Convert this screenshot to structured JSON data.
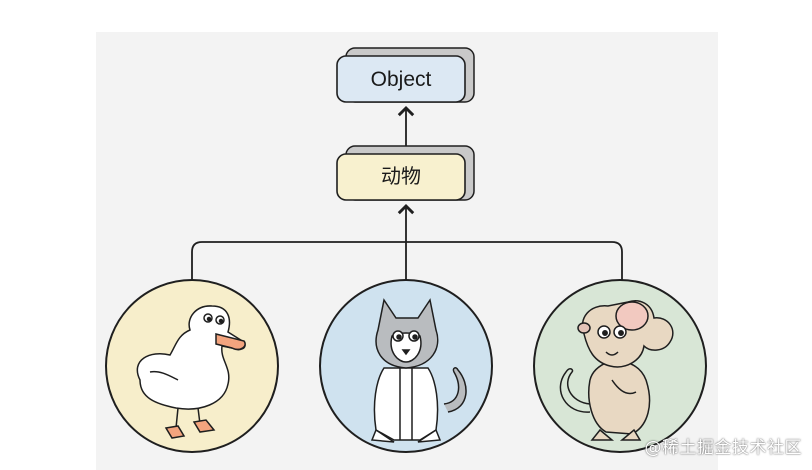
{
  "nodes": {
    "object": {
      "label": "Object",
      "fill": "#dce8f3"
    },
    "animal": {
      "label": "动物",
      "fill": "#f8f1cf"
    }
  },
  "children": [
    {
      "name": "duck",
      "fill": "#f7eecb"
    },
    {
      "name": "cat",
      "fill": "#cfe2ef"
    },
    {
      "name": "mouse",
      "fill": "#d8e6d6"
    }
  ],
  "watermark": "@稀土掘金技术社区",
  "colors": {
    "outline": "#1f1f1f",
    "shadow": "#d0d0d0",
    "background": "#f3f3f3"
  }
}
